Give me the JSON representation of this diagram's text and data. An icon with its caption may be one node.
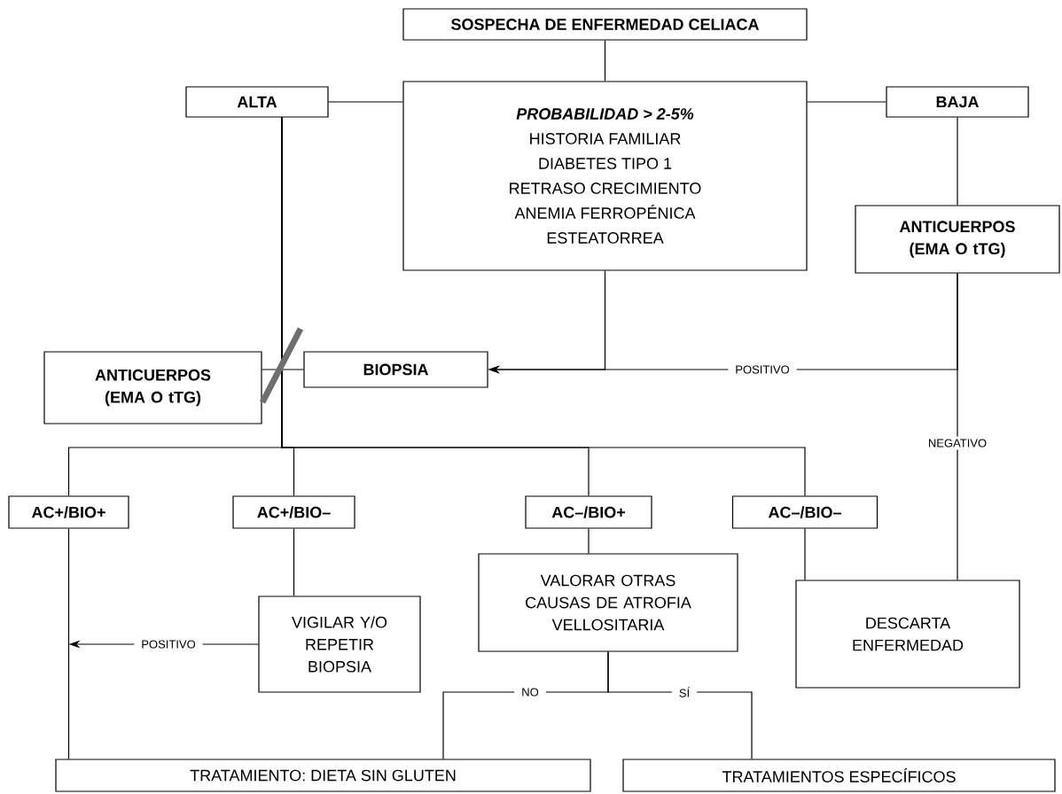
{
  "diagram": {
    "nodes": [
      {
        "text": [
          "SOSPECHA DE ENFERMEDAD CELIACA"
        ]
      },
      {
        "text": [
          "ALTA"
        ]
      },
      {
        "text": [
          "PROBABILIDAD > 2-5%",
          "HISTORIA FAMILIAR",
          "DIABETES TIPO 1",
          "RETRASO CRECIMIENTO",
          "ANEMIA FERROPÉNICA",
          "ESTEATORREA"
        ]
      },
      {
        "text": [
          "BAJA"
        ]
      },
      {
        "text": [
          "ANTICUERPOS (EMA O tTG)"
        ]
      },
      {
        "text": [
          "ANTICUERPOS (EMA O tTG)"
        ]
      },
      {
        "text": [
          "BIOPSIA"
        ]
      },
      {
        "text": [
          "AC+/BIO+"
        ]
      },
      {
        "text": [
          "AC+/BIO–"
        ]
      },
      {
        "text": [
          "AC–/BIO+"
        ]
      },
      {
        "text": [
          "AC–/BIO–"
        ]
      },
      {
        "text": [
          "VALORAR OTRAS CAUSAS DE ATROFIA VELLOSITARIA"
        ]
      },
      {
        "text": [
          "VIGILAR Y/O REPETIR BIOPSIA"
        ]
      },
      {
        "text": [
          "DESCARTA ENFERMEDAD"
        ]
      },
      {
        "text": [
          "TRATAMIENTO: DIETA SIN GLUTEN"
        ]
      },
      {
        "text": [
          "TRATAMIENTOS ESPECÍFICOS"
        ]
      }
    ],
    "edges": [
      {
        "from": 0,
        "to": 2,
        "arrow": "none"
      },
      {
        "from": 2,
        "to": 1,
        "arrow": "none"
      },
      {
        "from": 2,
        "to": 3,
        "arrow": "none"
      },
      {
        "from": 3,
        "to": 4,
        "arrow": "none"
      },
      {
        "from": 1,
        "to": 7,
        "arrow": "none"
      },
      {
        "from": 1,
        "to": 8,
        "arrow": "none"
      },
      {
        "from": 1,
        "to": 9,
        "arrow": "none"
      },
      {
        "from": 1,
        "to": 10,
        "arrow": "none"
      },
      {
        "from": 1,
        "to": 5,
        "arrow": "none"
      },
      {
        "from": 1,
        "to": 6,
        "arrow": "none"
      },
      {
        "from": 2,
        "to": 6,
        "arrow": "to"
      },
      {
        "from": 4,
        "to": 6,
        "arrow": "to",
        "label": "POSITIVO"
      },
      {
        "from": 4,
        "to": 13,
        "arrow": "none",
        "label": "NEGATIVO"
      },
      {
        "from": 7,
        "to": 14,
        "arrow": "none"
      },
      {
        "from": 8,
        "to": 12,
        "arrow": "none"
      },
      {
        "from": 9,
        "to": 11,
        "arrow": "none"
      },
      {
        "from": 10,
        "to": 13,
        "arrow": "none"
      },
      {
        "from": 12,
        "to": null,
        "arrow": "to",
        "label": "POSITIVO"
      },
      {
        "from": 11,
        "to": 14,
        "arrow": "none",
        "label": "NO"
      },
      {
        "from": 11,
        "to": 15,
        "arrow": "none",
        "label": "SÍ"
      }
    ]
  }
}
